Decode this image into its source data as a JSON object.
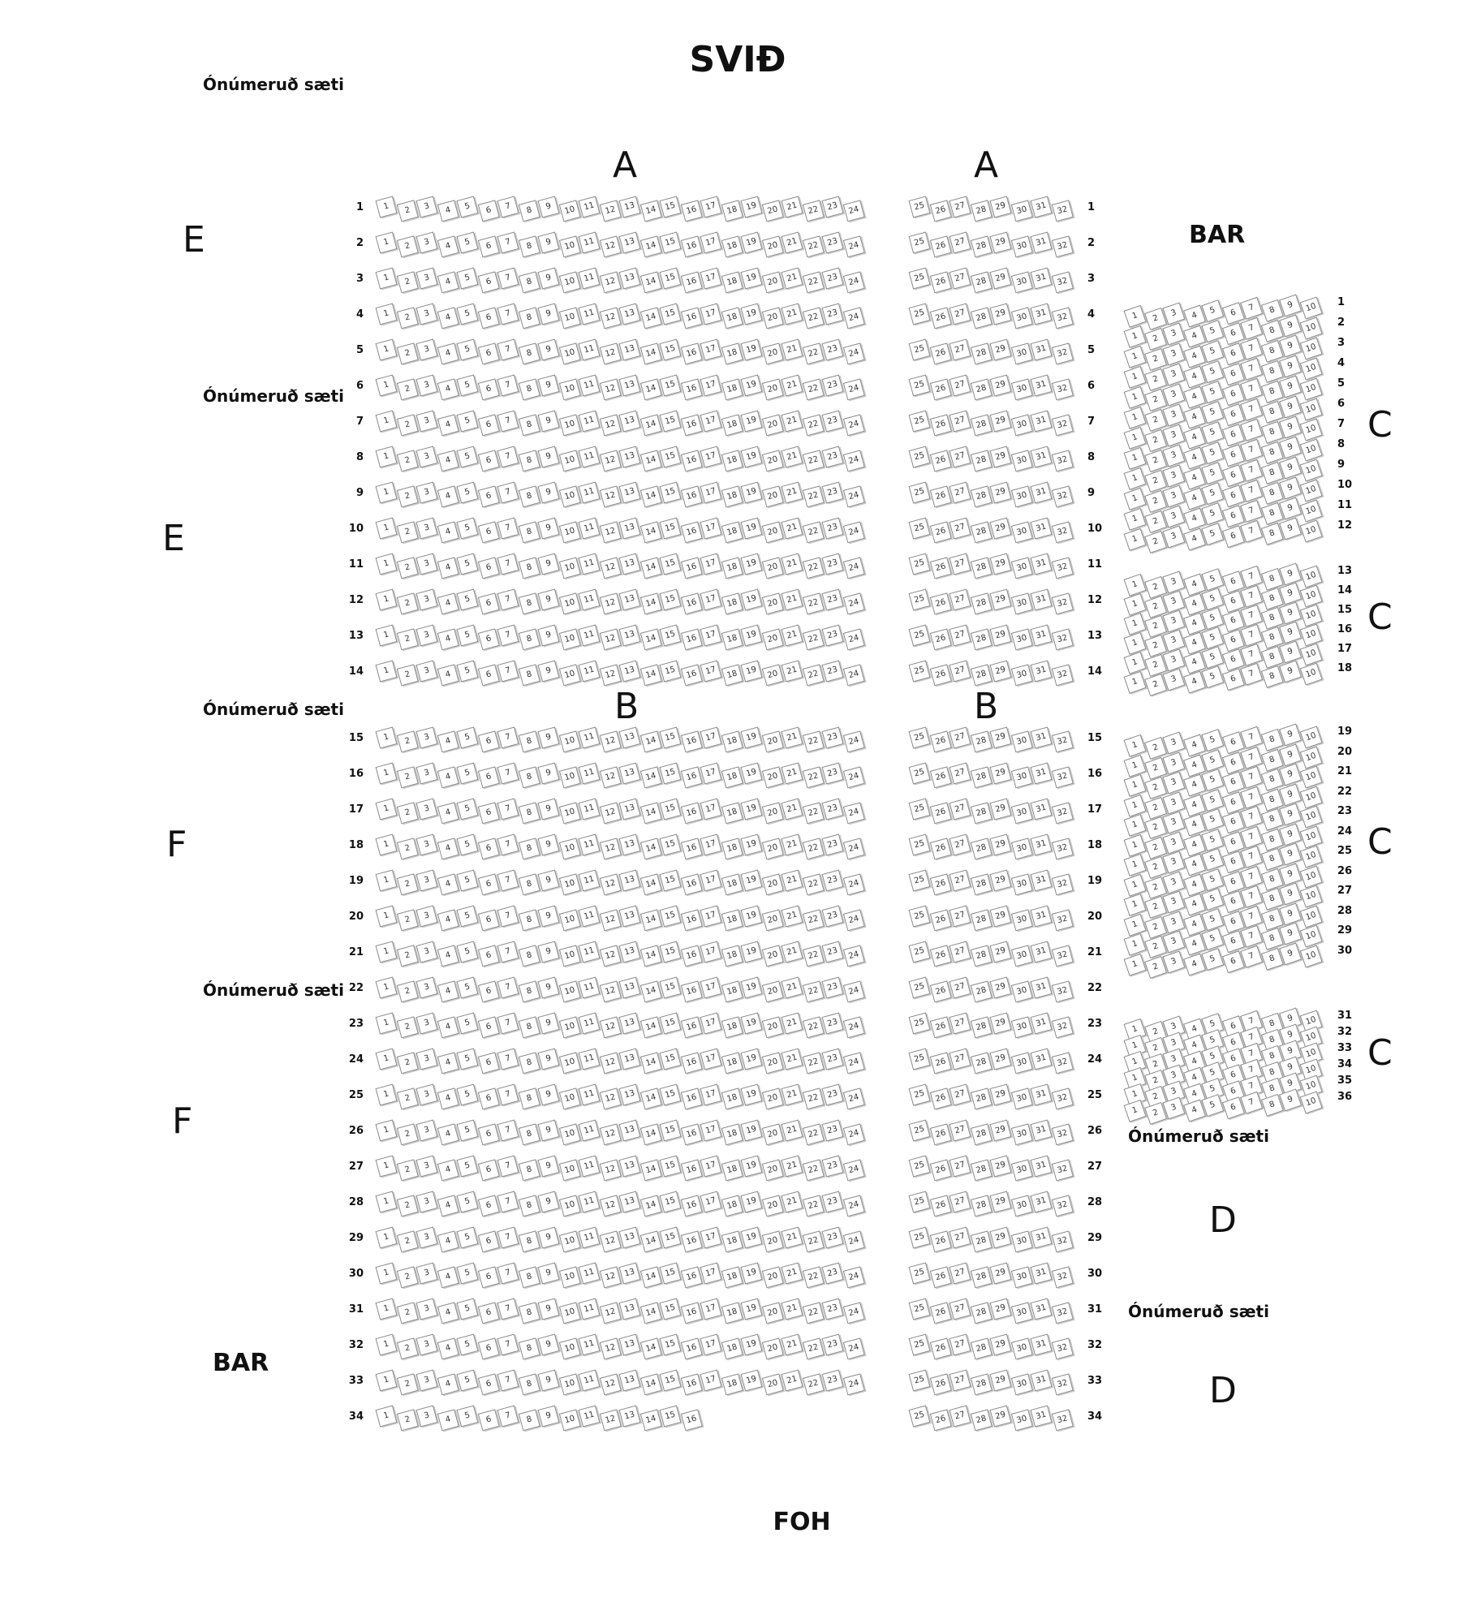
{
  "title": "SVIÐ",
  "foh": "FOH",
  "bar_top": "BAR",
  "bar_bottom": "BAR",
  "unnumbered": {
    "top_left": "Ónúmeruð sæti",
    "left_row6": "Ónúmeruð sæti",
    "left_above_b": "Ónúmeruð sæti",
    "left_row22": "Ónúmeruð sæti",
    "right_below_c": "Ónúmeruð sæti",
    "right_above_d2": "Ónúmeruð sæti"
  },
  "sections": {
    "a_left": "A",
    "a_right": "A",
    "b_left": "B",
    "b_right": "B",
    "c1": "C",
    "c2": "C",
    "c3": "C",
    "c4": "C",
    "d1": "D",
    "d2": "D",
    "e1": "E",
    "e2": "E",
    "f1": "F",
    "f2": "F"
  },
  "main_left_block": {
    "row_groups": [
      {
        "rows": [
          1,
          33
        ],
        "seats": [
          1,
          24
        ]
      },
      {
        "rows": [
          34,
          34
        ],
        "seats": [
          1,
          16
        ]
      }
    ]
  },
  "main_right_block": {
    "row_groups": [
      {
        "rows": [
          1,
          34
        ],
        "seats": [
          25,
          32
        ]
      }
    ]
  },
  "c_blocks": [
    {
      "rows": [
        1,
        12
      ],
      "seats": [
        1,
        10
      ]
    },
    {
      "rows": [
        13,
        18
      ],
      "seats": [
        1,
        10
      ]
    },
    {
      "rows": [
        19,
        30
      ],
      "seats": [
        1,
        10
      ]
    },
    {
      "rows": [
        31,
        36
      ],
      "seats": [
        1,
        10
      ]
    }
  ]
}
